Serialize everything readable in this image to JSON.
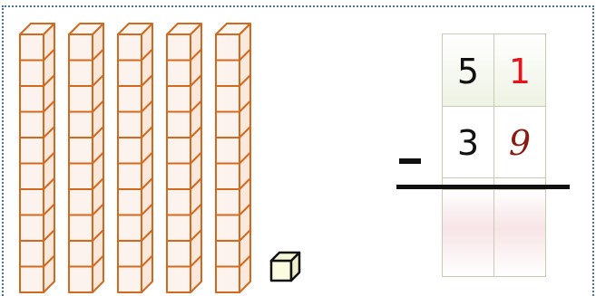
{
  "subtraction": {
    "minuend": {
      "tens": "5",
      "ones": "1"
    },
    "subtrahend": {
      "tens": "3",
      "ones": "9"
    },
    "operator": "-",
    "result": {
      "tens": "",
      "ones": ""
    }
  },
  "base_ten_blocks": {
    "ten_rods": 5,
    "unit_cubes": 1
  },
  "colors": {
    "rod_stroke": "#d2691e",
    "rod_fill": "#fdf3ee",
    "unit_fill": "#fbfbe0",
    "digit_black": "#111111",
    "digit_red": "#e8141c",
    "digit_dark_red": "#8b1a10",
    "frame_border": "#4a6fa8"
  }
}
